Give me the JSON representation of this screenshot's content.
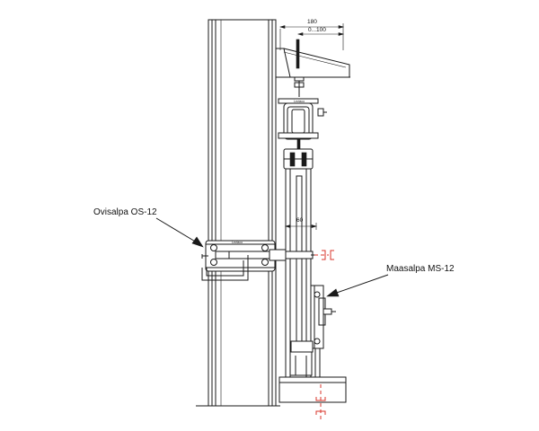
{
  "labels": {
    "door_latch": "Ovisalpa OS-12",
    "ground_latch": "Maasalpa MS-12"
  },
  "dimensions": {
    "top_overall": "180",
    "top_adjust": "0...100",
    "rod_offset": "60"
  },
  "colors": {
    "line": "#1a1a1a",
    "marker": "#d9342b",
    "background": "#ffffff"
  }
}
